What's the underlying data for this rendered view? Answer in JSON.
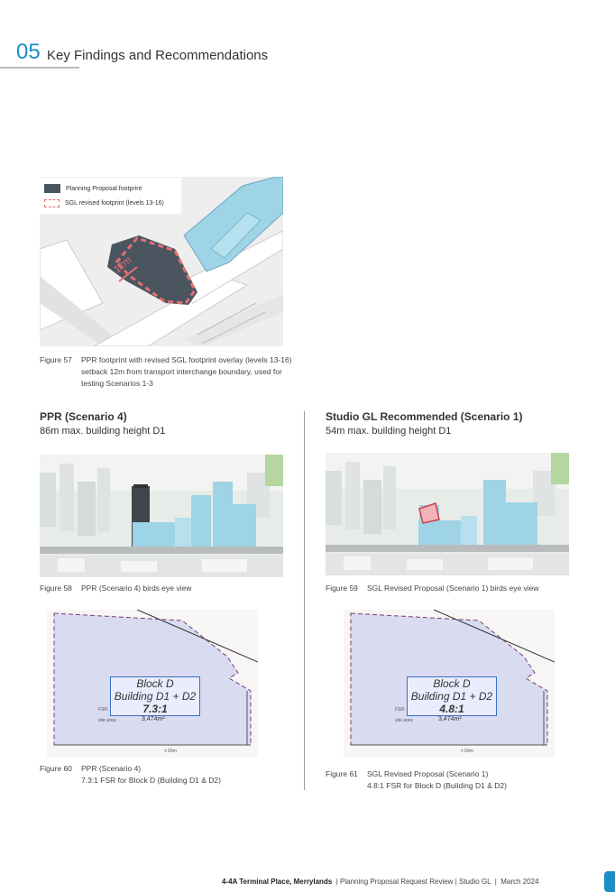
{
  "header": {
    "number": "05",
    "title": "Key Findings and Recommendations"
  },
  "fig57": {
    "legend": [
      "Planning Proposal footprint",
      "SGL revised footprint (levels 13-16)"
    ],
    "dimension": "12m",
    "label": "Figure 57",
    "caption": "PPR footprint with revised SGL footprint overlay (levels 13-16) setback 12m from transport interchange boundary, used for testing Scenarios 1-3"
  },
  "left": {
    "title": "PPR (Scenario 4)",
    "subtitle": "86m max. building height D1",
    "fig_a": {
      "label": "Figure 58",
      "caption": "PPR (Scenario 4) birds eye view"
    },
    "plan": {
      "block": "Block D",
      "building": "Building D1 + D2",
      "fsr": "7.3:1",
      "fsr_label": "FSR:",
      "site_label": "site area:",
      "site_area": "3,474m²",
      "width": "± 69m"
    },
    "fig_b": {
      "label": "Figure 60",
      "line1": "PPR (Scenario 4)",
      "line2": "7.3:1 FSR for Block D (Building D1 & D2)"
    }
  },
  "right": {
    "title": "Studio GL Recommended (Scenario 1)",
    "subtitle": "54m max. building height D1",
    "fig_a": {
      "label": "Figure 59",
      "caption": "SGL Revised Proposal (Scenario 1) birds eye view"
    },
    "plan": {
      "block": "Block D",
      "building": "Building D1 + D2",
      "fsr": "4.8:1",
      "fsr_label": "FSR:",
      "site_label": "site area:",
      "site_area": "3,474m²",
      "width": "± 69m"
    },
    "fig_b": {
      "label": "Figure 61",
      "line1": "SGL Revised Proposal (Scenario 1)",
      "line2": "4.8:1 FSR for Block D (Building D1 & D2)"
    }
  },
  "footer": {
    "address": "4-4A Terminal Place, Merrylands",
    "sep": "|",
    "doc": "Planning Proposal Request Review",
    "org": "Studio GL",
    "date": "March 2024"
  },
  "colors": {
    "accent": "#1b8fc4",
    "building_blue": "#9fd3e6",
    "dark_footprint": "#4a5560",
    "dash_red": "#e07070"
  }
}
